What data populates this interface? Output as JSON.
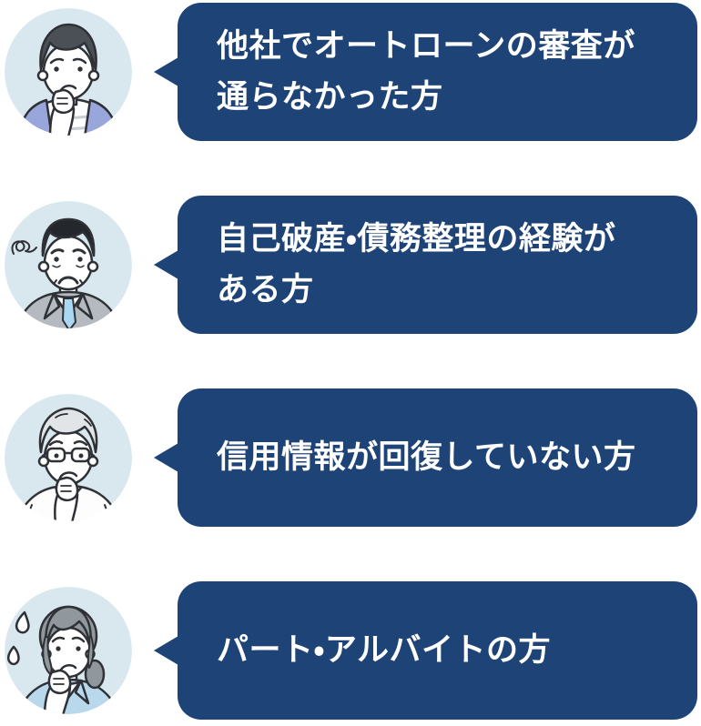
{
  "colors": {
    "bubble": "#1e4376",
    "bubble_text": "#ffffff",
    "avatar_bg": "#d9e8ee",
    "page_bg": "#ffffff"
  },
  "rows": [
    {
      "avatar": "worried-young-man",
      "text": "他社でオートローンの審査が通らなかった方",
      "lines": [
        "他社でオートローンの審査が",
        "通らなかった方"
      ]
    },
    {
      "avatar": "distressed-businessman",
      "text": "自己破産・債務整理の経験がある方",
      "lines": [
        "自己破産・債務整理の経験が",
        "ある方"
      ]
    },
    {
      "avatar": "worried-senior-man",
      "text": "信用情報が回復していない方",
      "lines": [
        "信用情報が回復していない方"
      ]
    },
    {
      "avatar": "worried-woman",
      "text": "パート・アルバイトの方",
      "lines": [
        "パート・アルバイトの方"
      ]
    }
  ]
}
